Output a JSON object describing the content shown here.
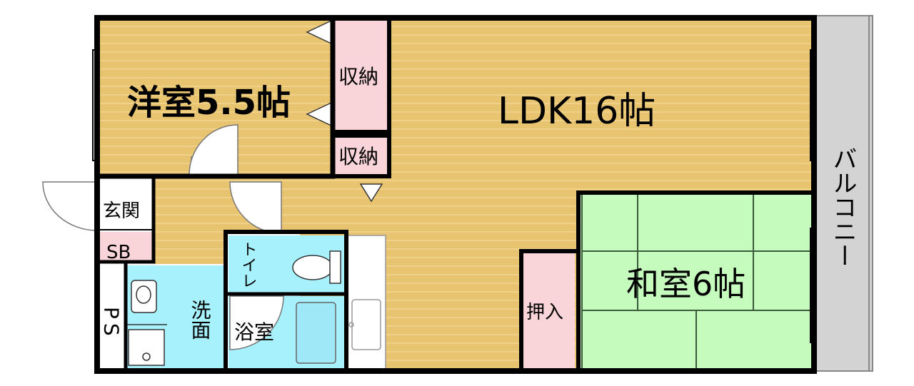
{
  "rooms": {
    "western": "洋室5.5帖",
    "ldk": "LDK16帖",
    "japanese": "和室6帖",
    "storage_1": "収納",
    "storage_2": "収納",
    "closet": "押入",
    "entrance": "玄関",
    "shoe_box": "SB",
    "pipe_space": "PS",
    "washroom": "洗面",
    "bathroom": "浴室",
    "toilet": "トイレ",
    "balcony": "バルコニー"
  },
  "colors": {
    "wood_floor": "#E8C370",
    "wood_line": "#F2D690",
    "tatami": "#C6FBBE",
    "tatami_line": "#3A5A3A",
    "storage": "#F9D4D8",
    "wet_area": "#A6F1FC",
    "balcony": "#D3D3D3",
    "wall": "#000000",
    "entrance": "#FFFFFF"
  }
}
